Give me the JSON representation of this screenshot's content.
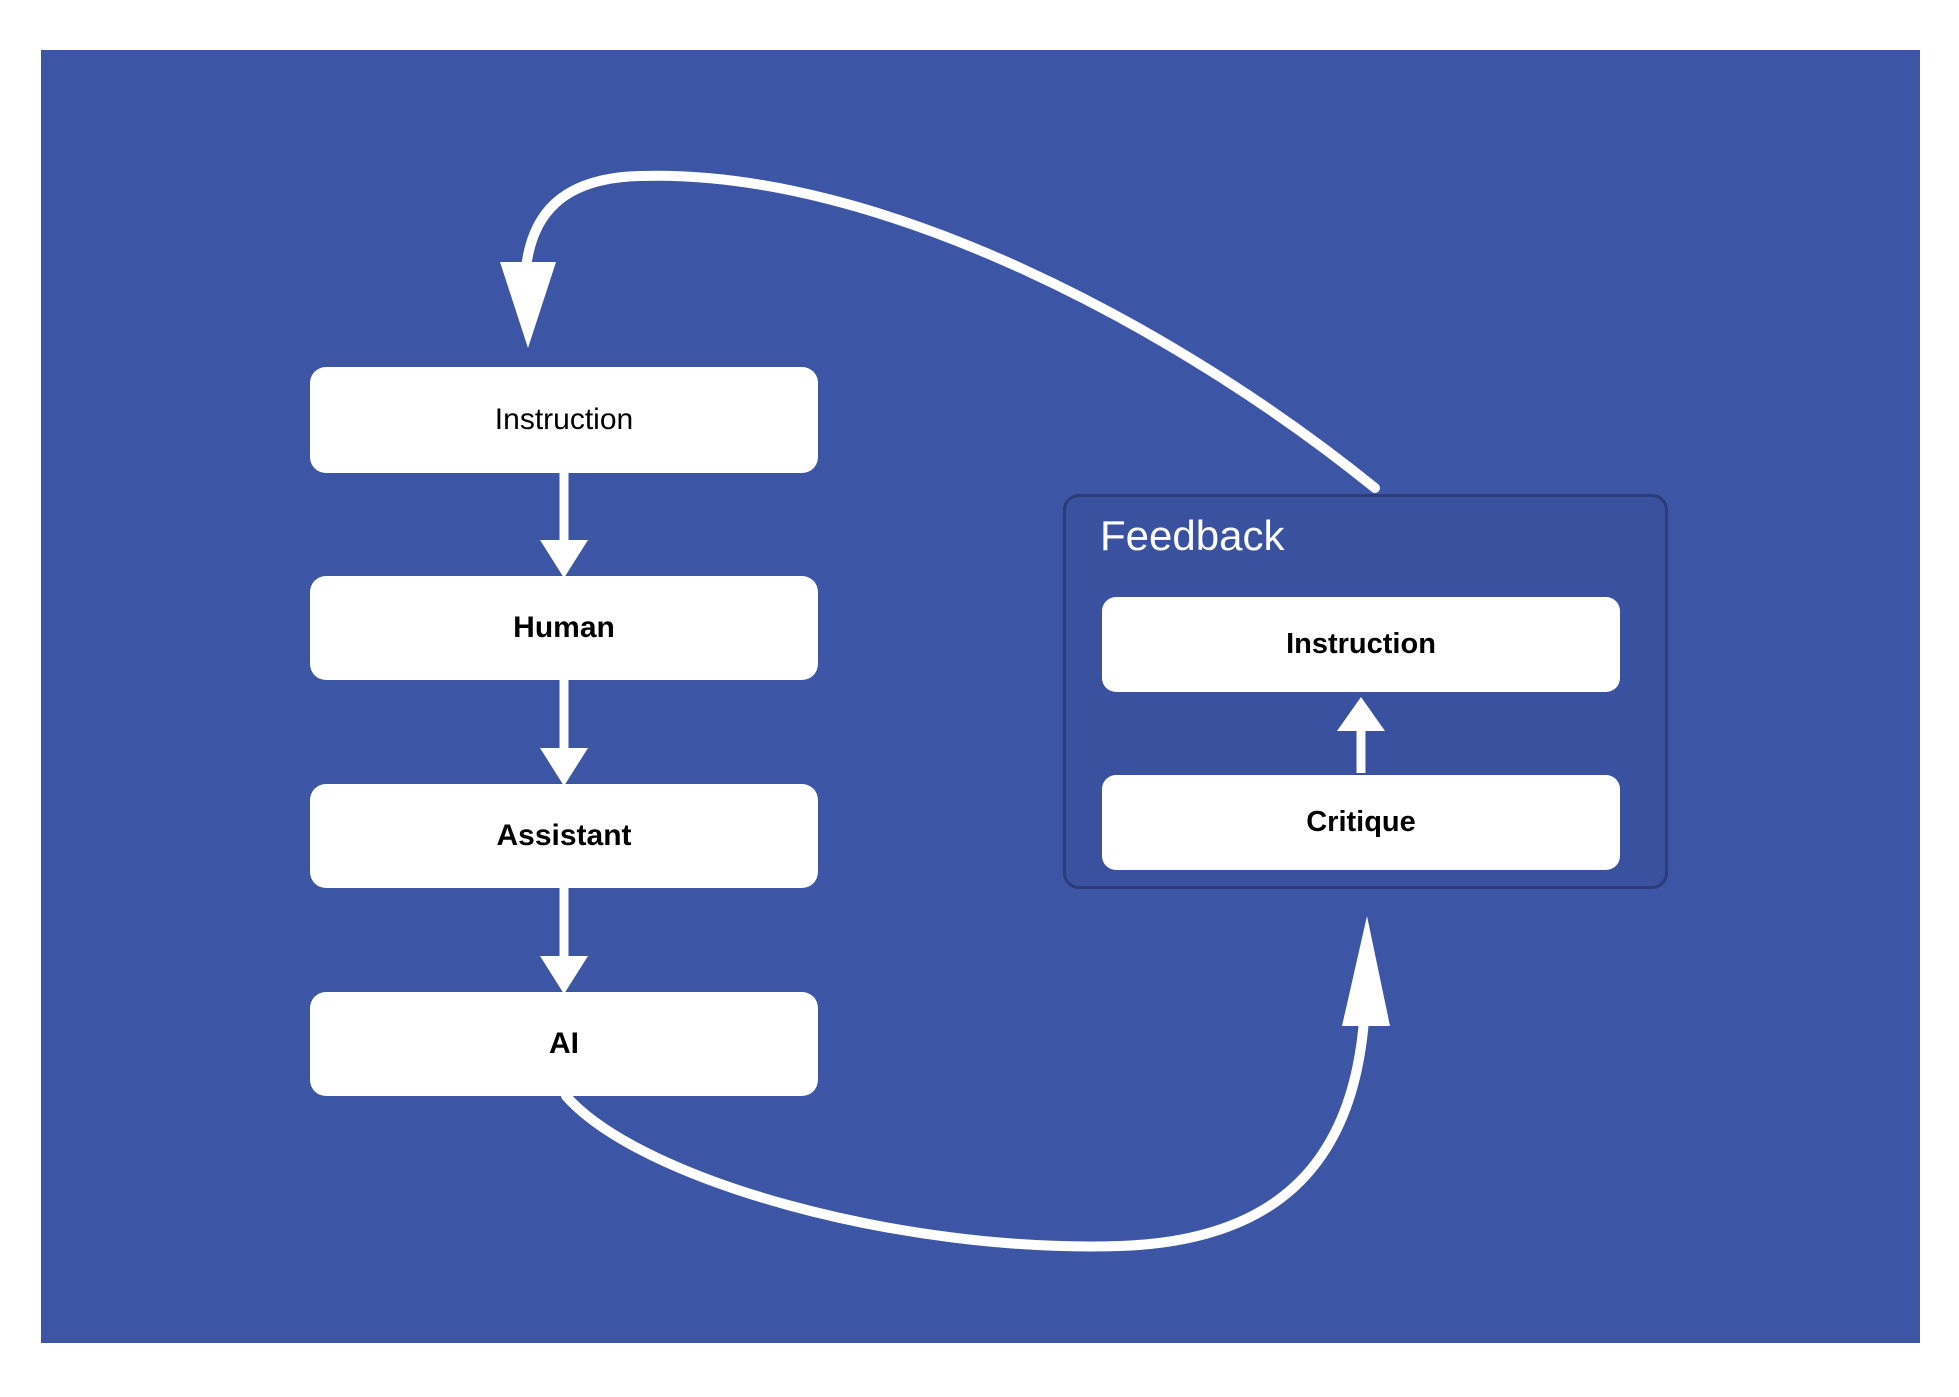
{
  "board": {
    "background_color": "#3d55a5",
    "page_background_color": "#ffffff"
  },
  "flow": {
    "nodes": [
      {
        "id": "instruction",
        "label": "Instruction"
      },
      {
        "id": "human",
        "label": "Human"
      },
      {
        "id": "assistant",
        "label": "Assistant"
      },
      {
        "id": "ai",
        "label": "AI"
      }
    ]
  },
  "feedback_group": {
    "title": "Feedback",
    "panel_color": "#3a51a0",
    "border_color": "#2b3c78",
    "nodes": [
      {
        "id": "fb-instruction",
        "label": "Instruction"
      },
      {
        "id": "fb-critique",
        "label": "Critique"
      }
    ]
  },
  "connectors": {
    "color": "#ffffff",
    "edges": [
      {
        "id": "instruction-to-human",
        "from": "instruction",
        "to": "human",
        "style": "straight-arrow",
        "direction": "down"
      },
      {
        "id": "human-to-assistant",
        "from": "human",
        "to": "assistant",
        "style": "straight-arrow",
        "direction": "down"
      },
      {
        "id": "assistant-to-ai",
        "from": "assistant",
        "to": "ai",
        "style": "straight-arrow",
        "direction": "down"
      },
      {
        "id": "critique-to-fb-instruction",
        "from": "fb-critique",
        "to": "fb-instruction",
        "style": "straight-arrow",
        "direction": "up"
      },
      {
        "id": "ai-to-critique",
        "from": "ai",
        "to": "fb-critique",
        "style": "curved-arrow",
        "direction": "up"
      },
      {
        "id": "feedback-to-instruction",
        "from": "feedback_group",
        "to": "instruction",
        "style": "curved-arrow",
        "direction": "down"
      }
    ]
  }
}
